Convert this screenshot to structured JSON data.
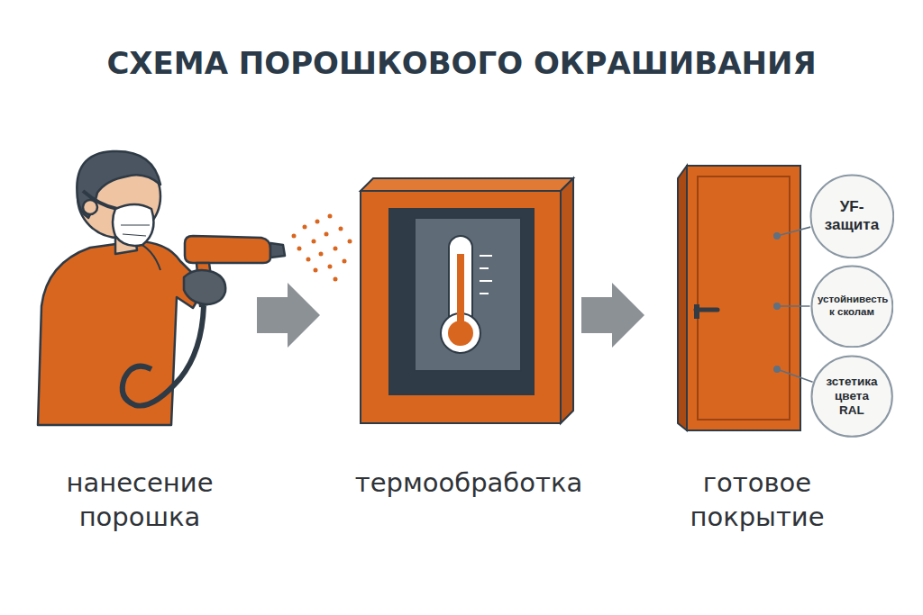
{
  "diagram": {
    "title": "СХЕМА ПОРОШКОВОГО ОКРАШИВАНИЯ",
    "nodes": [
      {
        "text": [
          "нанесение порошка"
        ]
      },
      {
        "text": [
          "термообработка"
        ]
      },
      {
        "text": [
          "готовое покрытие"
        ]
      },
      {
        "text": [
          "УF- защита"
        ]
      },
      {
        "text": [
          "устойнивесть к сколам"
        ]
      },
      {
        "text": [
          "зстетика цвета RAL"
        ]
      }
    ],
    "edges": [
      {
        "from": 0,
        "to": 1,
        "arrow": "to"
      },
      {
        "from": 1,
        "to": 2,
        "arrow": "to"
      },
      {
        "from": 3,
        "to": 2,
        "arrow": "none"
      },
      {
        "from": 4,
        "to": 2,
        "arrow": "none"
      },
      {
        "from": 5,
        "to": 2,
        "arrow": "none"
      }
    ]
  }
}
